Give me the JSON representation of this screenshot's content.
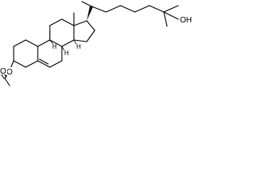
{
  "structure": {
    "atoms": {
      "oh_group": "OH",
      "ester_carbonyl_oxygen": "O",
      "ester_oxygen": "O",
      "stereo_h_c8": "H",
      "stereo_h_c9": "H",
      "stereo_h_c14": "H"
    }
  },
  "colors": {
    "bond": "#000000",
    "background": "#ffffff"
  }
}
